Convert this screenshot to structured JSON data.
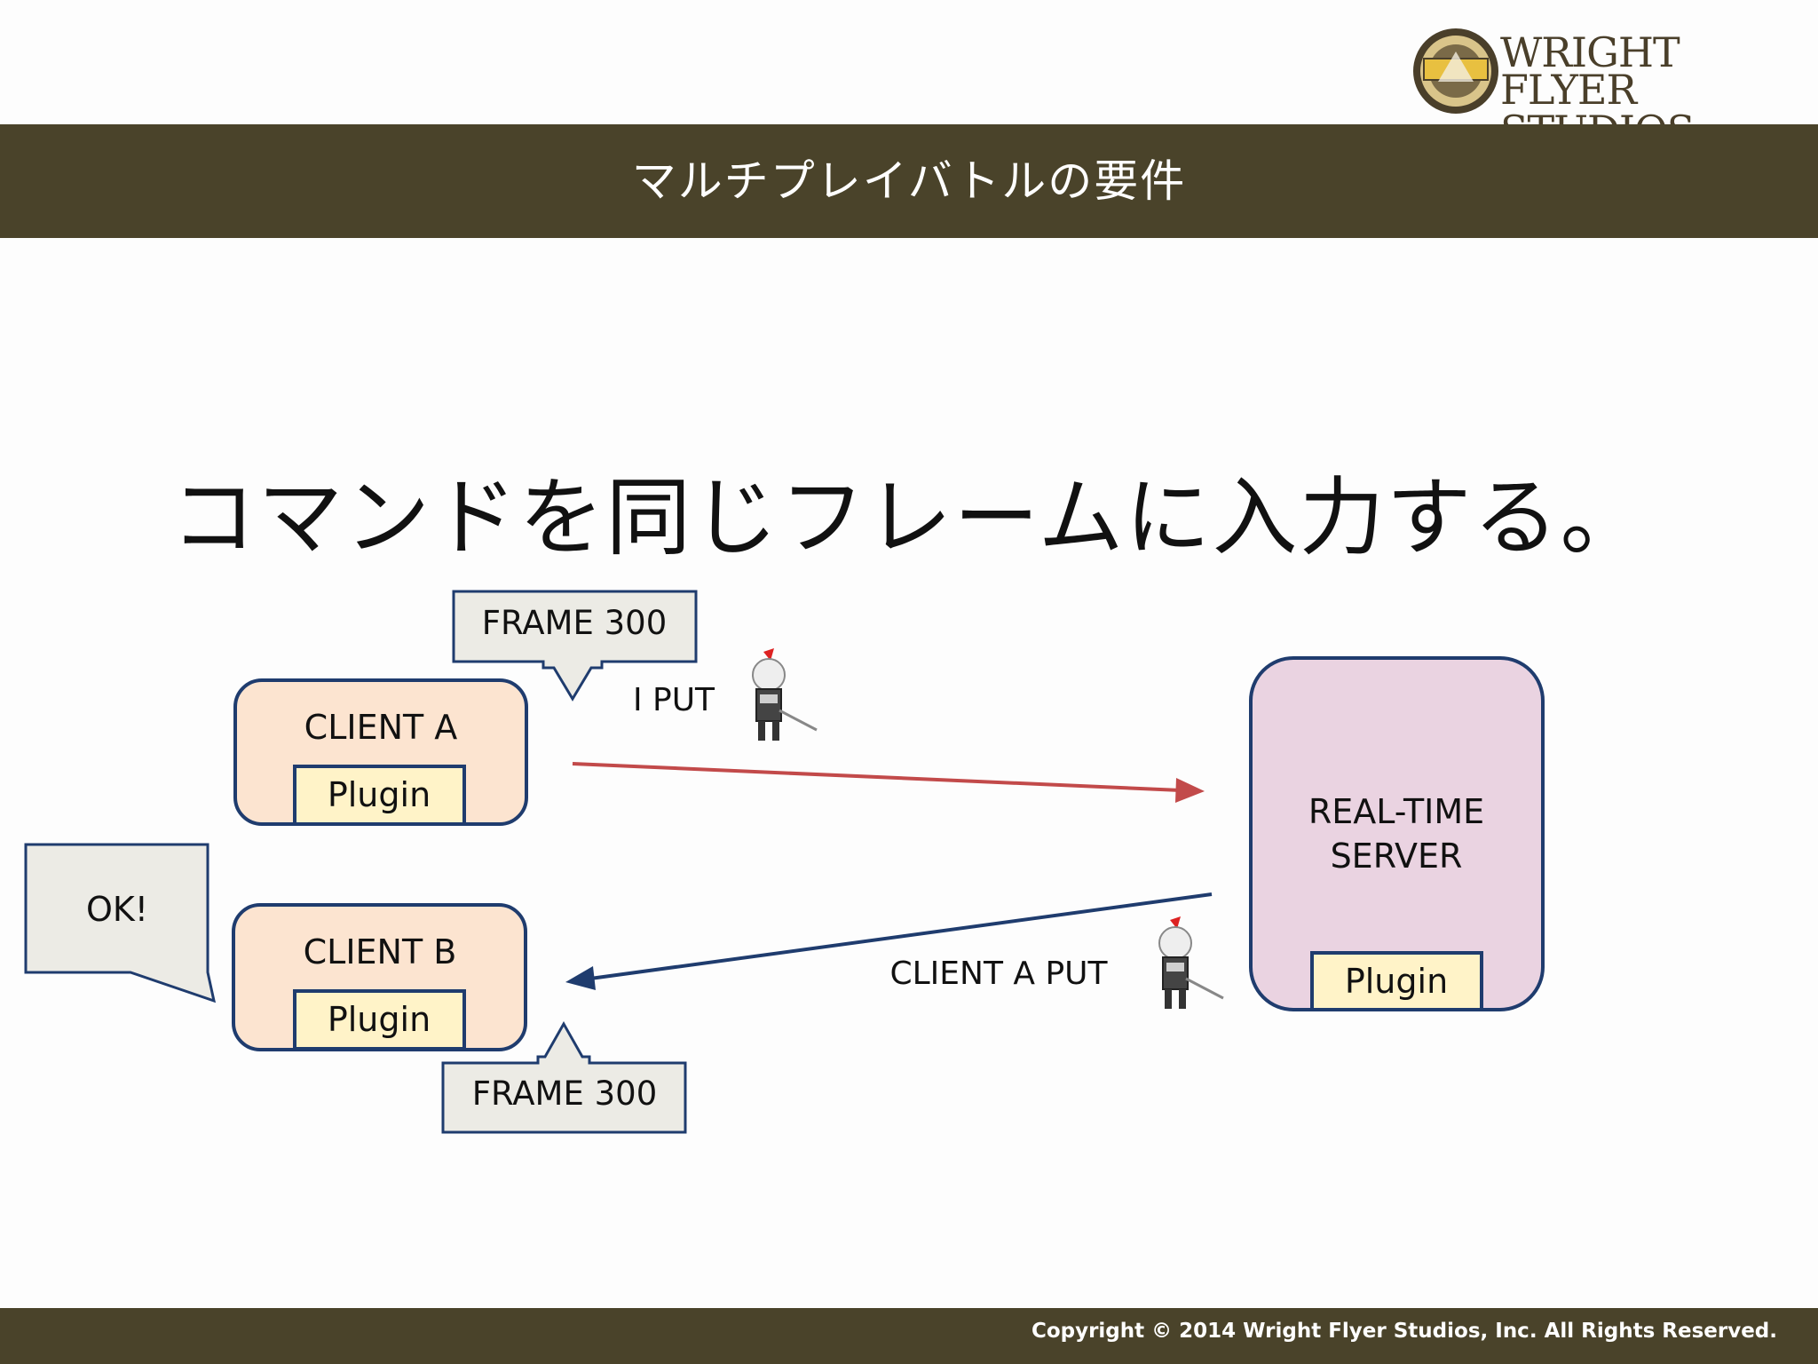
{
  "logo": {
    "line1": "WRIGHT",
    "line2": "FLYER STUDIOS",
    "emblem_icon": "wright-flyer-emblem-icon"
  },
  "title": "マルチプレイバトルの要件",
  "headline": "コマンドを同じフレームに入力する。",
  "diagram": {
    "frame_top_label": "FRAME 300",
    "frame_bottom_label": "FRAME 300",
    "client_a": {
      "label": "CLIENT A",
      "plugin": "Plugin"
    },
    "client_b": {
      "label": "CLIENT B",
      "plugin": "Plugin"
    },
    "server": {
      "label_line1": "REAL-TIME",
      "label_line2": "SERVER",
      "plugin": "Plugin"
    },
    "i_put_label": "I PUT",
    "client_a_put_label": "CLIENT A PUT",
    "ok_label": "OK!",
    "character_icon": "knight-character-icon",
    "colors": {
      "client_fill": "#fce4d0",
      "plugin_fill": "#fff3c8",
      "server_fill": "#ead3e1",
      "callout_fill": "#ecebe5",
      "border": "#1f3c6e",
      "arrow_out": "#c24a4a",
      "arrow_back": "#1f3c6e"
    }
  },
  "footer": "Copyright © 2014 Wright Flyer Studios, Inc. All Rights Reserved."
}
